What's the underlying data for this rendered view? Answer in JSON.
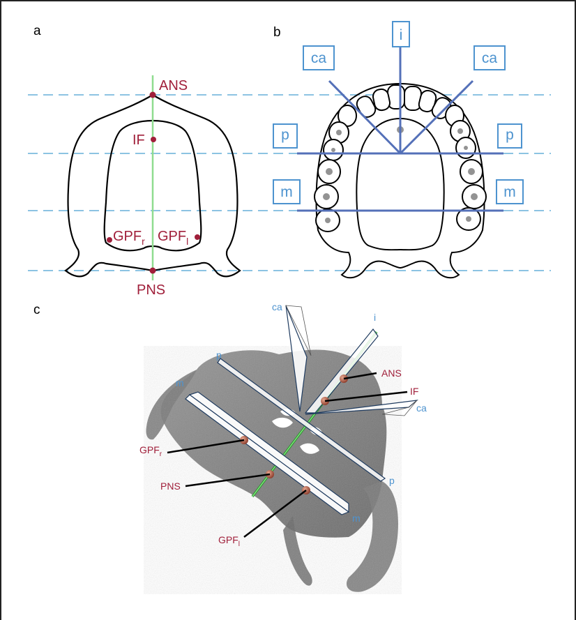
{
  "panels": {
    "a": "a",
    "b": "b",
    "c": "c"
  },
  "landmarks": {
    "ans": "ANS",
    "if": "IF",
    "pns": "PNS",
    "gpf": "GPF",
    "sub_r": "r",
    "sub_l": "l"
  },
  "planes": {
    "i": "i",
    "ca": "ca",
    "p": "p",
    "m": "m"
  },
  "colors": {
    "landmark": "#a01f3a",
    "plane_line": "#5470b8",
    "plane_label": "#4d93cf",
    "dashed_guide": "#8cc3e2",
    "midline": "#8fdc8f",
    "bone": "#6e6e6e",
    "outline": "#000000"
  }
}
